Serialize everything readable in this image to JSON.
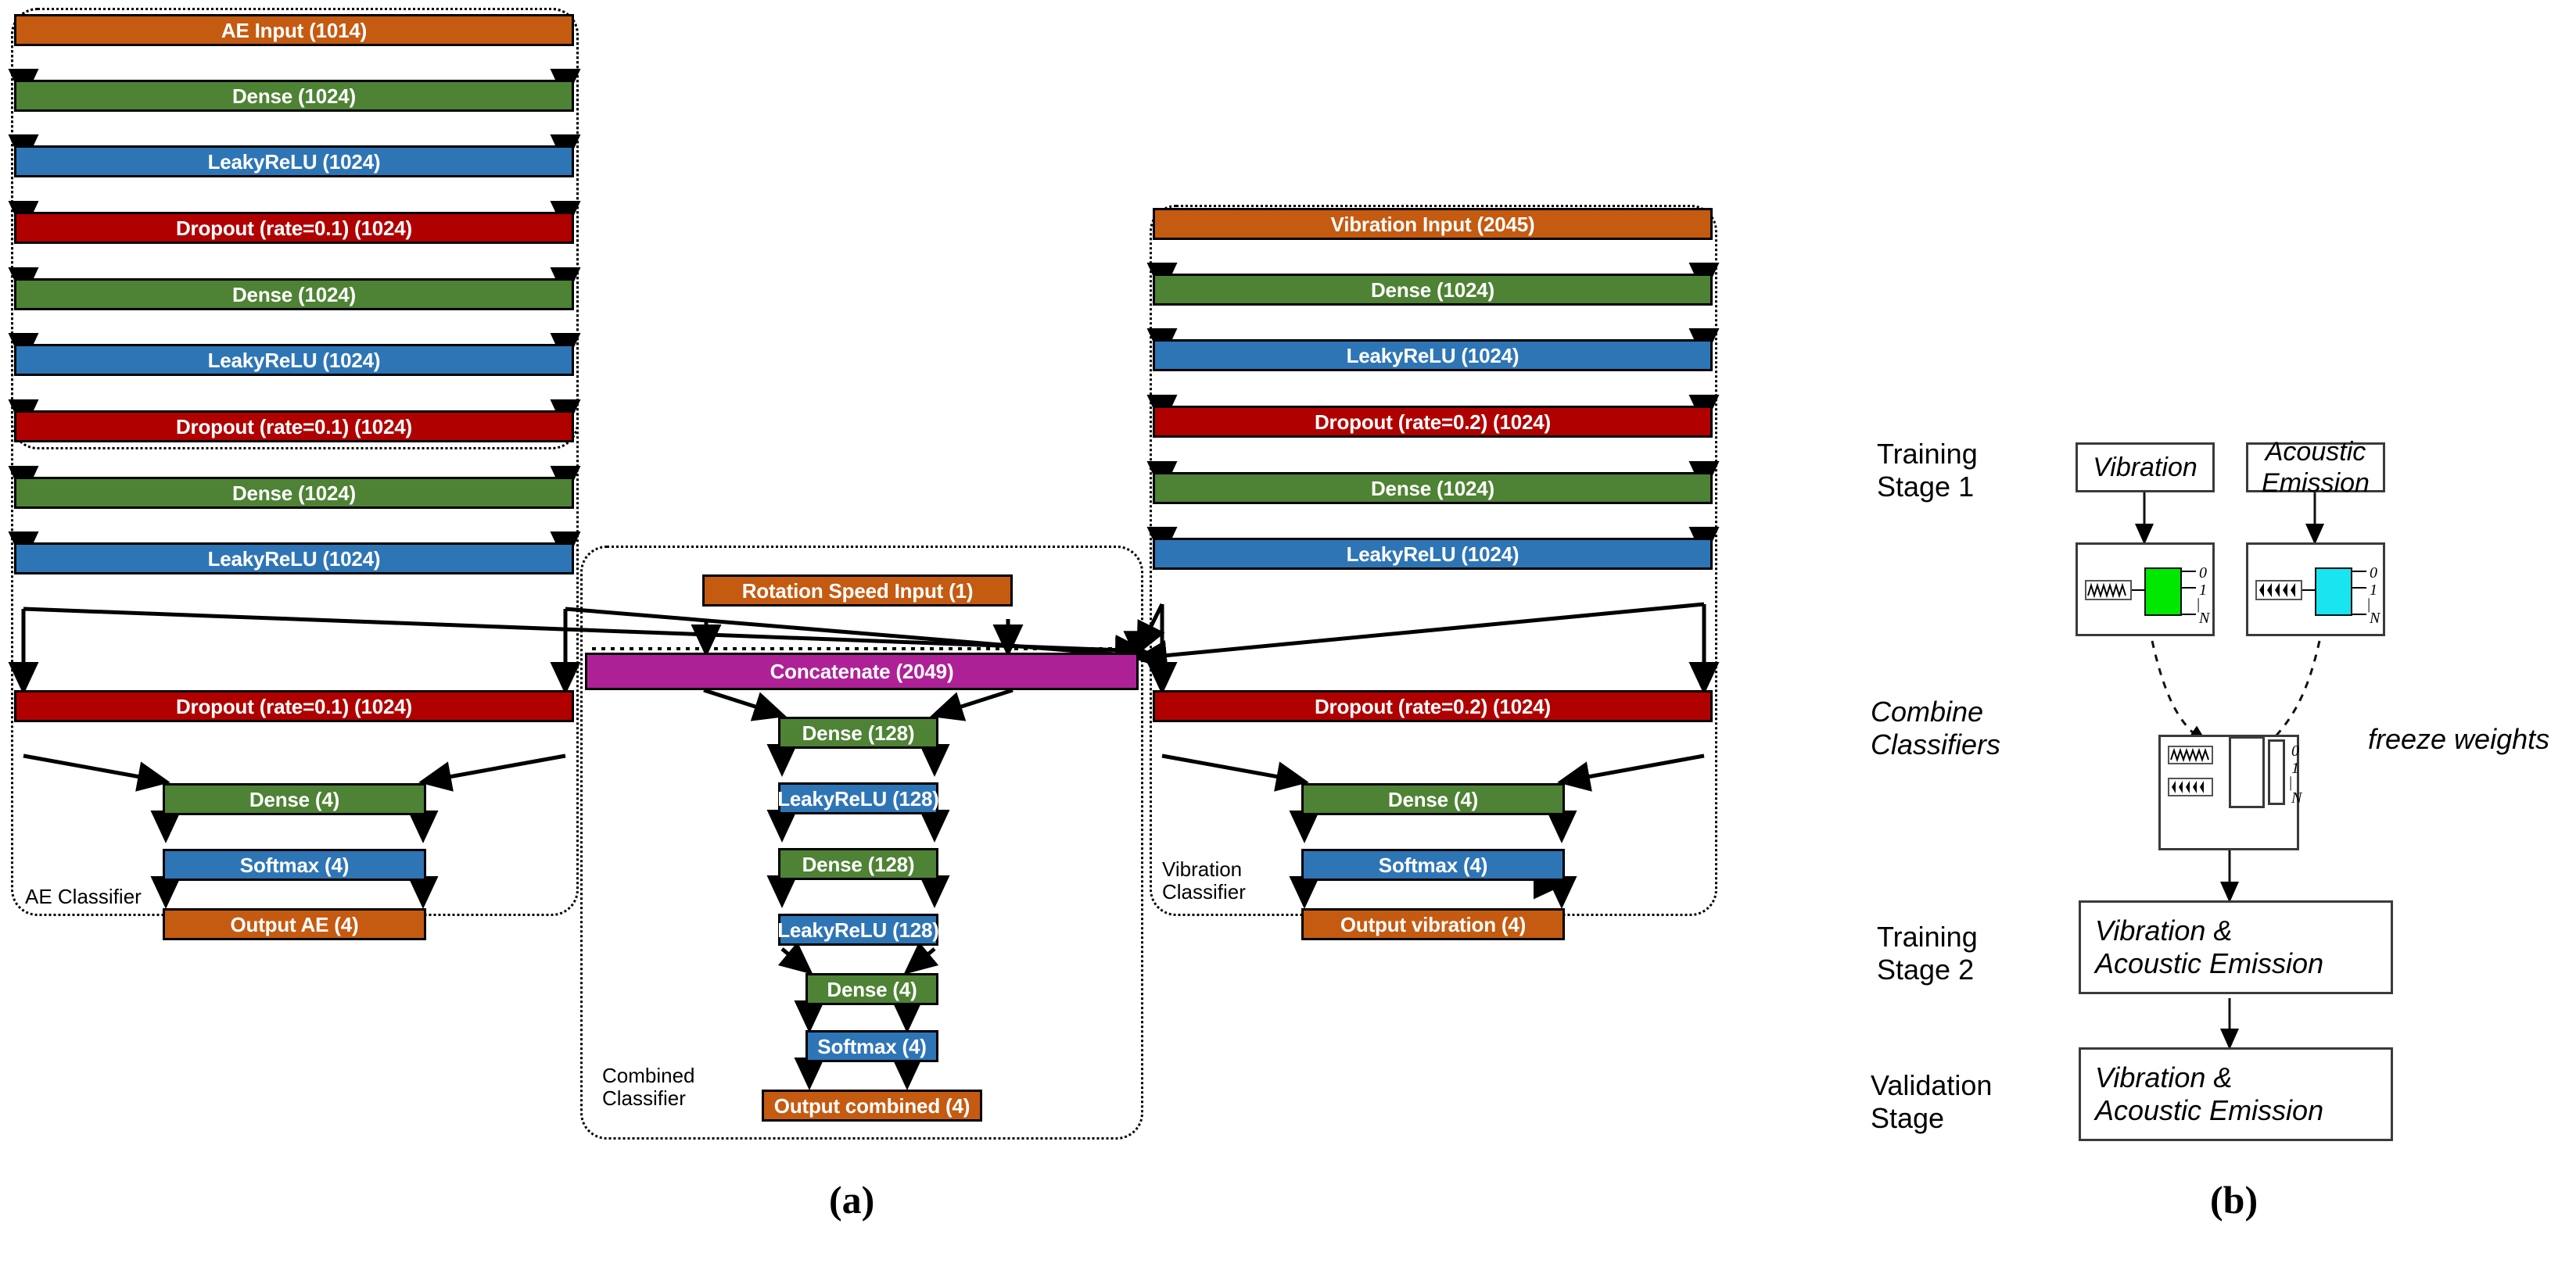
{
  "figure": {
    "panel_a_caption": "(a)",
    "panel_b_caption": "(b)"
  },
  "panel_a": {
    "ae_branch": {
      "group_label": "AE Classifier",
      "layers": [
        {
          "label": "AE Input (1014)",
          "color": "#C55A11",
          "kind": "input"
        },
        {
          "label": "Dense (1024)",
          "color": "#4E8234",
          "kind": "dense"
        },
        {
          "label": "LeakyReLU (1024)",
          "color": "#2E75B6",
          "kind": "activation"
        },
        {
          "label": "Dropout (rate=0.1) (1024)",
          "color": "#B00000",
          "kind": "dropout"
        },
        {
          "label": "Dense (1024)",
          "color": "#4E8234",
          "kind": "dense"
        },
        {
          "label": "LeakyReLU (1024)",
          "color": "#2E75B6",
          "kind": "activation"
        },
        {
          "label": "Dropout (rate=0.1) (1024)",
          "color": "#B00000",
          "kind": "dropout"
        },
        {
          "label": "Dense (1024)",
          "color": "#4E8234",
          "kind": "dense"
        },
        {
          "label": "LeakyReLU (1024)",
          "color": "#2E75B6",
          "kind": "activation"
        },
        {
          "label": "Dropout (rate=0.1) (1024)",
          "color": "#B00000",
          "kind": "dropout"
        }
      ],
      "head": [
        {
          "label": "Dense (4)",
          "color": "#4E8234",
          "kind": "dense"
        },
        {
          "label": "Softmax (4)",
          "color": "#2E75B6",
          "kind": "activation"
        },
        {
          "label": "Output AE (4)",
          "color": "#C55A11",
          "kind": "output"
        }
      ]
    },
    "vibration_branch": {
      "group_label": "Vibration\nClassifier",
      "layers": [
        {
          "label": "Vibration Input (2045)",
          "color": "#C55A11",
          "kind": "input"
        },
        {
          "label": "Dense (1024)",
          "color": "#4E8234",
          "kind": "dense"
        },
        {
          "label": "LeakyReLU (1024)",
          "color": "#2E75B6",
          "kind": "activation"
        },
        {
          "label": "Dropout (rate=0.2) (1024)",
          "color": "#B00000",
          "kind": "dropout"
        },
        {
          "label": "Dense (1024)",
          "color": "#4E8234",
          "kind": "dense"
        },
        {
          "label": "LeakyReLU (1024)",
          "color": "#2E75B6",
          "kind": "activation"
        },
        {
          "label": "Dropout (rate=0.2) (1024)",
          "color": "#B00000",
          "kind": "dropout"
        }
      ],
      "head": [
        {
          "label": "Dense (4)",
          "color": "#4E8234",
          "kind": "dense"
        },
        {
          "label": "Softmax (4)",
          "color": "#2E75B6",
          "kind": "activation"
        },
        {
          "label": "Output vibration (4)",
          "color": "#C55A11",
          "kind": "output"
        }
      ]
    },
    "combined_branch": {
      "group_label": "Combined\nClassifier",
      "rotation_input": {
        "label": "Rotation Speed Input (1)",
        "color": "#C55A11"
      },
      "concatenate": {
        "label": "Concatenate (2049)",
        "color": "#AE2196"
      },
      "layers": [
        {
          "label": "Dense (128)",
          "color": "#4E8234",
          "kind": "dense"
        },
        {
          "label": "LeakyReLU (128)",
          "color": "#2E75B6",
          "kind": "activation"
        },
        {
          "label": "Dense (128)",
          "color": "#4E8234",
          "kind": "dense"
        },
        {
          "label": "LeakyReLU (128)",
          "color": "#2E75B6",
          "kind": "activation"
        }
      ],
      "head": [
        {
          "label": "Dense (4)",
          "color": "#4E8234",
          "kind": "dense"
        },
        {
          "label": "Softmax (4)",
          "color": "#2E75B6",
          "kind": "activation"
        },
        {
          "label": "Output combined (4)",
          "color": "#C55A11",
          "kind": "output"
        }
      ]
    }
  },
  "panel_b": {
    "stages": [
      {
        "name": "training-stage-1",
        "label": "Training\nStage 1"
      },
      {
        "name": "combine-classifiers",
        "label": "Combine\nClassifiers"
      },
      {
        "name": "training-stage-2",
        "label": "Training\nStage 2"
      },
      {
        "name": "validation-stage",
        "label": "Validation\nStage"
      }
    ],
    "annotation_freeze": "freeze weights",
    "source_boxes": [
      {
        "label": "Vibration",
        "chip_color": "#00E800",
        "signal": "sine-wave-icon"
      },
      {
        "label": "Acoustic\nEmission",
        "chip_color": "#18E5F0",
        "signal": "burst-wave-icon"
      }
    ],
    "classifier_outputs": [
      "0",
      "1",
      "|",
      "N"
    ],
    "combined_box_label": "Vibration &\nAcoustic Emission",
    "validation_box_label": "Vibration &\nAcoustic Emission"
  }
}
